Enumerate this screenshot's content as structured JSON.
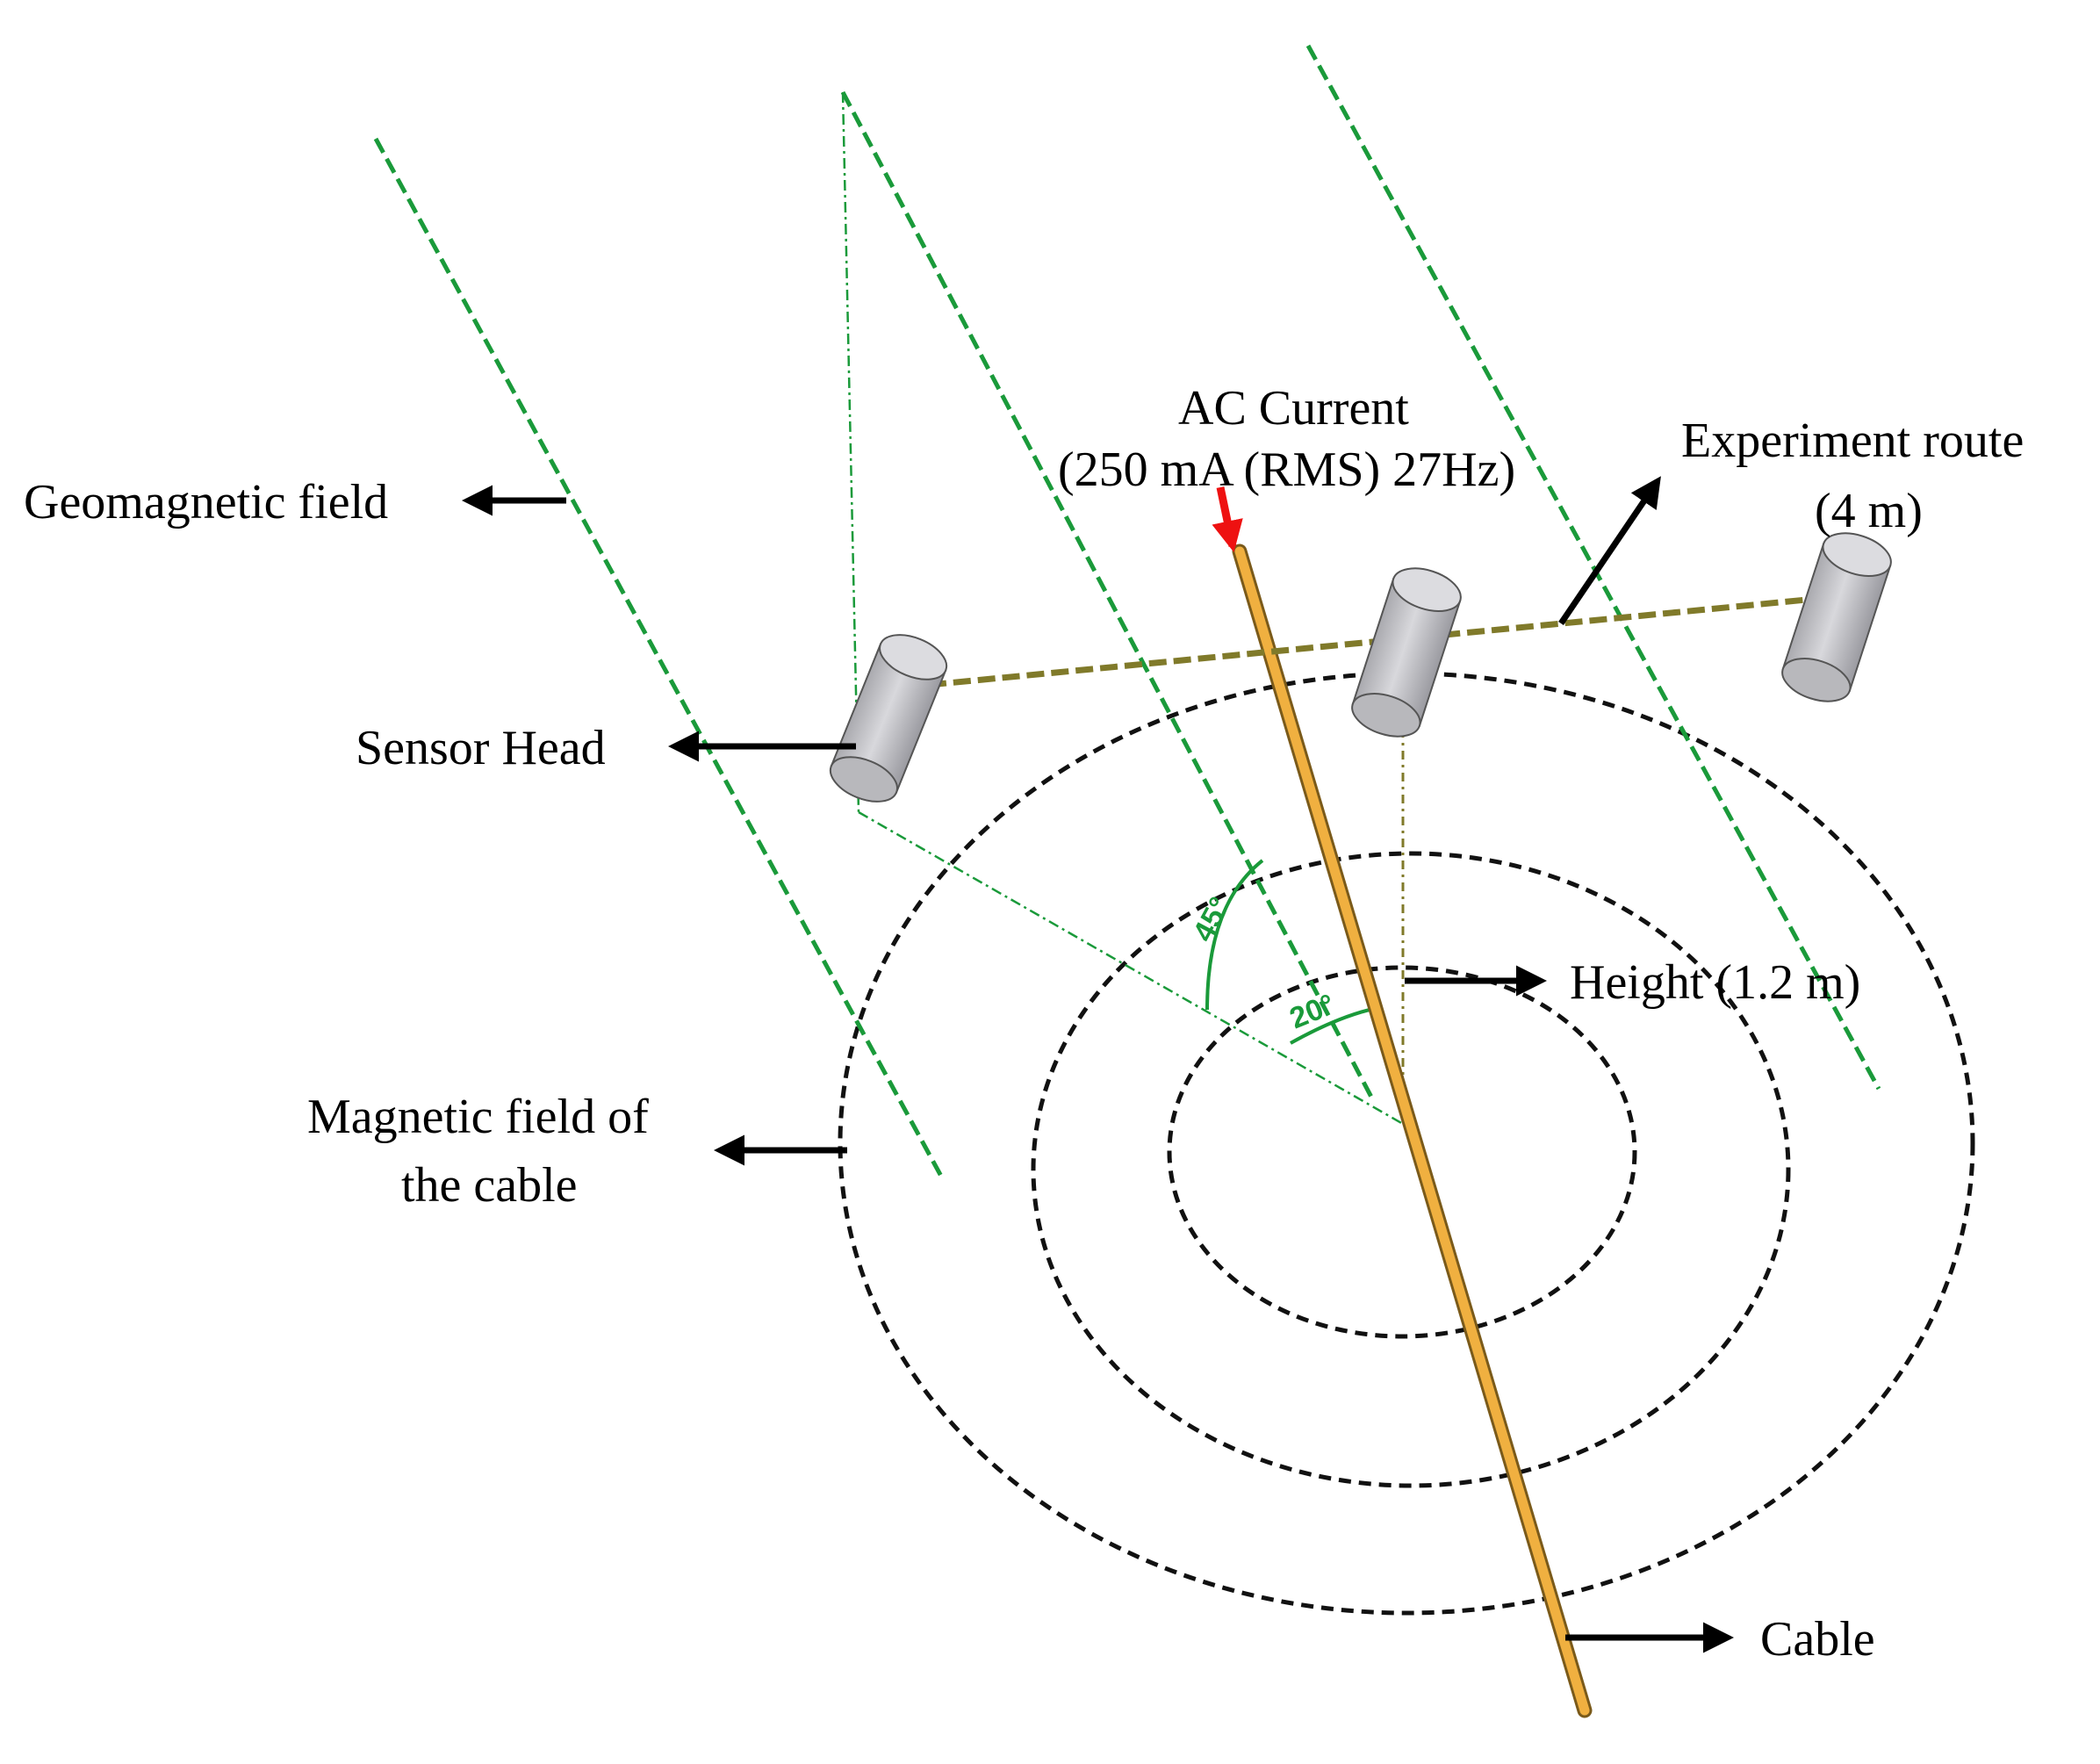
{
  "labels": {
    "geomagnetic_field": "Geomagnetic field",
    "sensor_head": "Sensor Head",
    "magnetic_field_line1": "Magnetic field of",
    "magnetic_field_line2": "the cable",
    "ac_current_line1": "AC Current",
    "ac_current_line2": "(250 mA (RMS) 27Hz)",
    "experiment_route_line1": "Experiment route",
    "experiment_route_line2": "(4 m)",
    "height": "Height (1.2 m)",
    "cable": "Cable",
    "angle_45": "45°",
    "angle_20": "20°"
  },
  "colors": {
    "geomagnetic_field": "#1a9a3a",
    "magnetic_field": "#111111",
    "cable_fill": "#f0b040",
    "cable_edge": "#7a5a1a",
    "route": "#807a2a",
    "current_arrow": "#ee1111",
    "sensor_fill": "#c4c4c8",
    "sensor_edge": "#555555"
  }
}
